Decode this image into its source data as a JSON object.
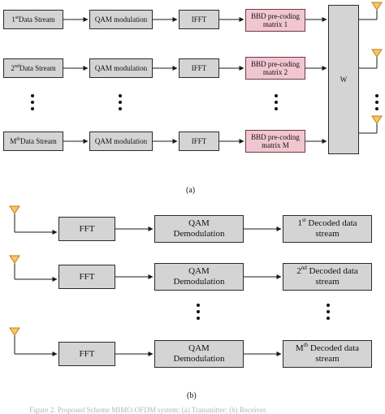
{
  "part_a": {
    "caption": "(a)",
    "streams": [
      {
        "ordinal": "1",
        "sup": "st",
        "label": "Data Stream",
        "precoder": "BBD pre-coding\nmatrix 1"
      },
      {
        "ordinal": "2",
        "sup": "nd",
        "label": "Data Stream",
        "precoder": "BBD pre-coding\nmatrix 2"
      },
      {
        "ordinal": "M",
        "sup": "th",
        "label": "Data Stream",
        "precoder": "BBD pre-coding\nmatrix M"
      }
    ],
    "qam_label": "QAM modulation",
    "ifft_label": "IFFT",
    "w_label": "W"
  },
  "part_b": {
    "caption": "(b)",
    "fft_label": "FFT",
    "demod_label": "QAM\nDemodulation",
    "outputs": [
      {
        "ordinal": "1",
        "sup": "st",
        "line1": " Decoded data",
        "line2": "stream"
      },
      {
        "ordinal": "2",
        "sup": "nd",
        "line1": " Decoded data",
        "line2": "stream"
      },
      {
        "ordinal": "M",
        "sup": "th",
        "line1": " Decoded data",
        "line2": "stream"
      }
    ]
  },
  "figure_caption": "Figure 2. Proposed Scheme MIMO-OFDM system: (a) Transmitter; (b) Receiver.",
  "colors": {
    "block": "#d4d4d4",
    "precoder": "#f2c6d1",
    "antenna": "#e8a21a",
    "line": "#1a1a1a"
  }
}
